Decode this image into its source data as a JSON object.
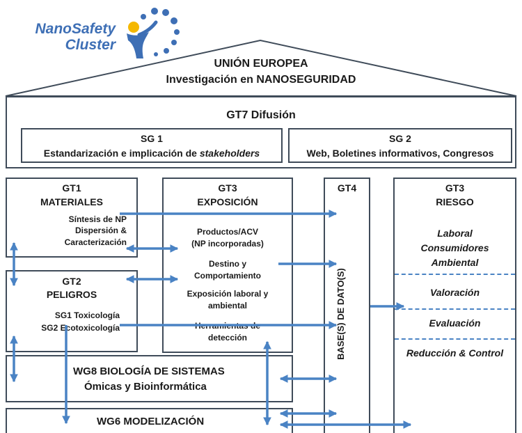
{
  "logo": {
    "line1": "NanoSafety",
    "line2": "Cluster"
  },
  "roof": {
    "title": "UNIÓN EUROPEA",
    "subtitle": "Investigación en NANOSEGURIDAD"
  },
  "gt7": {
    "title": "GT7 Difusión",
    "sg1": {
      "heading": "SG 1",
      "text_main": "Estandarización e implicación de ",
      "text_emph": "stakeholders"
    },
    "sg2": {
      "heading": "SG 2",
      "text": "Web, Boletines informativos, Congresos"
    }
  },
  "gt1": {
    "code": "GT1",
    "name": "MATERIALES",
    "lines": [
      "Síntesis de NP",
      "Dispersión &",
      "Caracterización"
    ]
  },
  "gt2": {
    "code": "GT2",
    "name": "PELIGROS",
    "lines": [
      "SG1 Toxicología",
      "SG2 Ecotoxicología"
    ]
  },
  "gt3_exp": {
    "code": "GT3",
    "name": "EXPOSICIÓN",
    "items": [
      [
        "Productos/ACV",
        "(NP incorporadas)"
      ],
      [
        "Destino y",
        "Comportamiento"
      ],
      [
        "Exposición laboral y",
        "ambiental"
      ],
      [
        "Herramientas de",
        "detección"
      ]
    ]
  },
  "gt4": {
    "code": "GT4",
    "vertical": "BASE(S) DE DATO(S)"
  },
  "gt3_risk": {
    "code": "GT3",
    "name": "RIESGO",
    "areas": [
      "Laboral",
      "Consumidores",
      "Ambiental"
    ],
    "steps": [
      "Valoración",
      "Evaluación",
      "Reducción & Control"
    ]
  },
  "wg8": {
    "title": "WG8 BIOLOGÍA DE SISTEMAS",
    "subtitle": "Ómicas y Bioinformática"
  },
  "wg6": {
    "title": "WG6 MODELIZACIÓN"
  },
  "colors": {
    "arrow": "#4a83c4",
    "border": "#3f4b59",
    "logo": "#3e6fb5",
    "logo_accent": "#f5b800"
  }
}
